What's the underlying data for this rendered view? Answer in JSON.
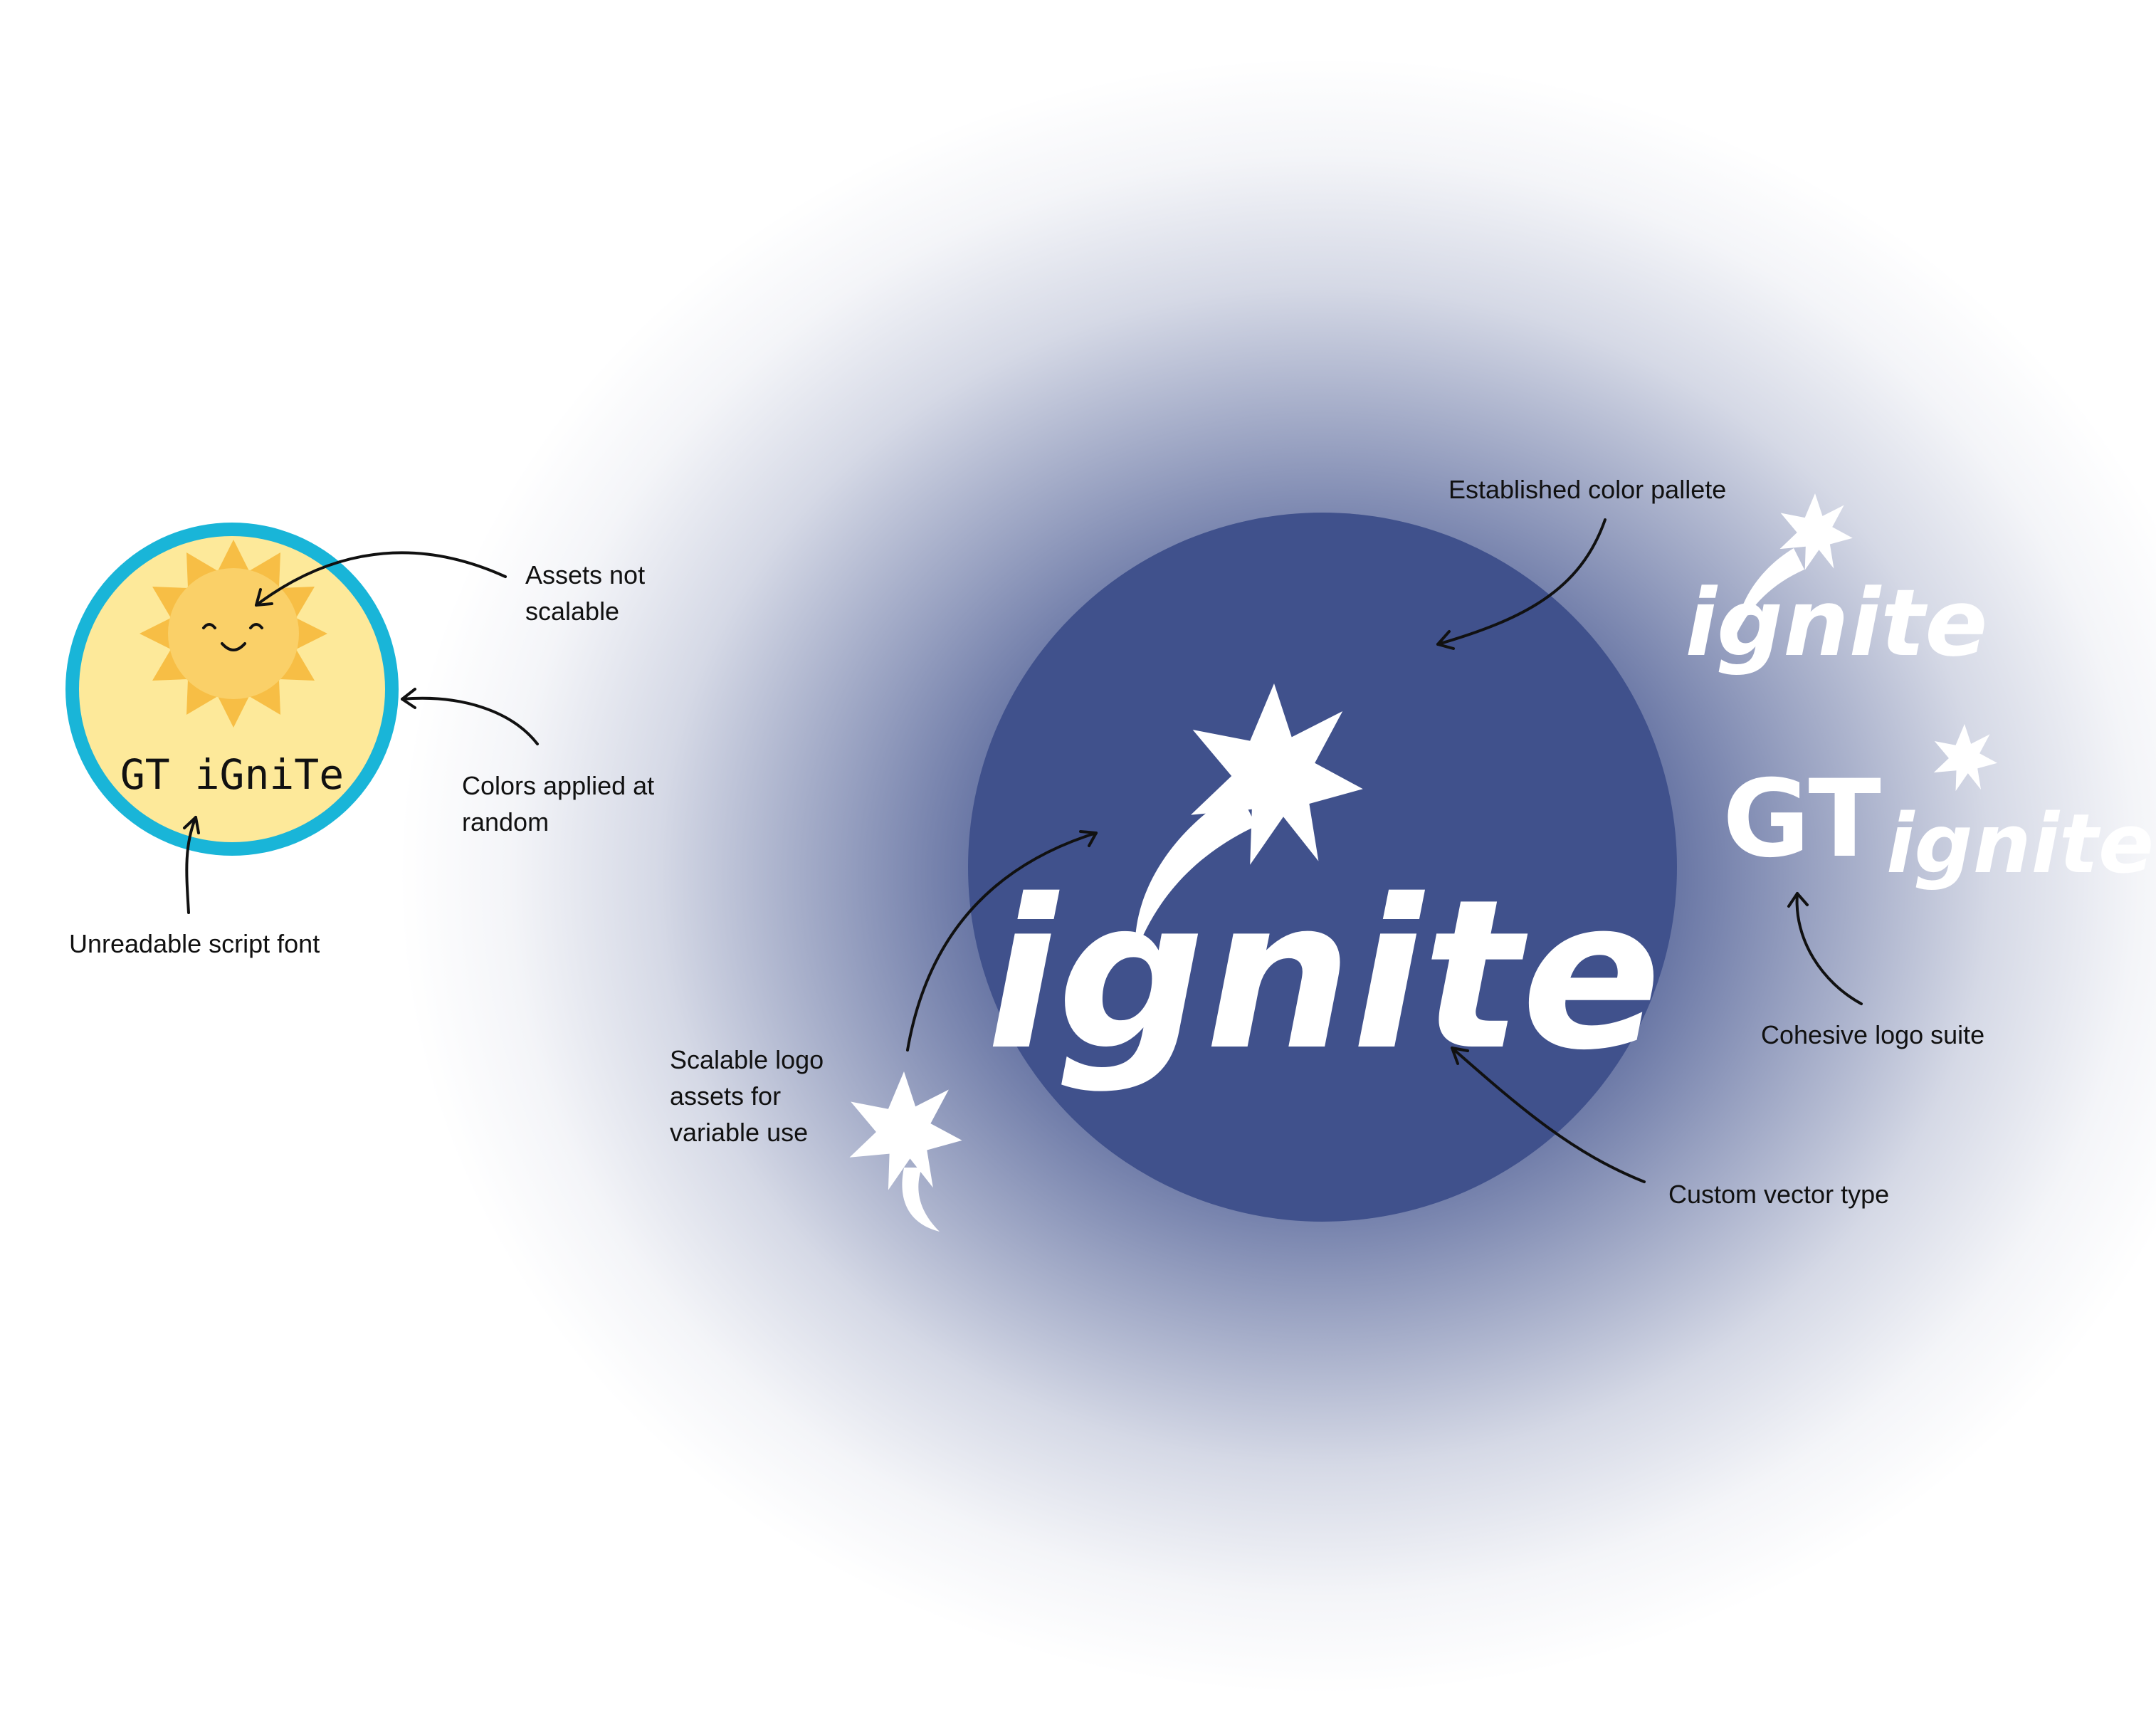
{
  "old_logo": {
    "wordmark": "GT iGniTe",
    "colors": {
      "ring": "#19B5D8",
      "fill": "#FDE99A",
      "sun": "#F7BE45",
      "sun_face": "#FAD068",
      "ink": "#111111"
    }
  },
  "new_logo": {
    "wordmark": "ignite",
    "suite_wordmark": "ignite",
    "suite_prefix": "GT",
    "colors": {
      "circle": "#40518C",
      "glow": "#40518C",
      "mark": "#FFFFFF"
    }
  },
  "annotations": {
    "assets_not_scalable": "Assets not\nscalable",
    "colors_random": "Colors applied at\nrandom",
    "unreadable_font": "Unreadable script font",
    "established_palette": "Established color pallete",
    "scalable_assets": "Scalable logo\nassets for\nvariable use",
    "custom_vector_type": "Custom vector type",
    "cohesive_suite": "Cohesive logo suite"
  }
}
